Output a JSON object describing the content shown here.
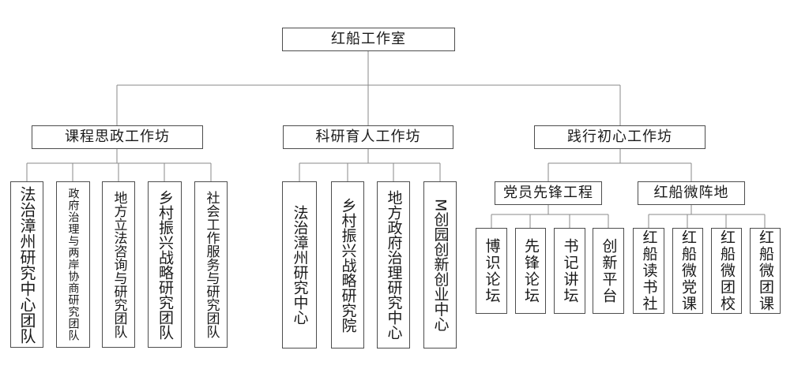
{
  "root": {
    "label": "红船工作室"
  },
  "branches": [
    {
      "label": "课程思政工作坊",
      "children": [
        {
          "label": "法治漳州研究中心团队"
        },
        {
          "label": "政府治理与两岸协商研究团队"
        },
        {
          "label": "地方立法咨询与研究团队"
        },
        {
          "label": "乡村振兴战略研究团队"
        },
        {
          "label": "社会工作服务与研究团队"
        }
      ]
    },
    {
      "label": "科研育人工作坊",
      "children": [
        {
          "label": "法治漳州研究中心"
        },
        {
          "label": "乡村振兴战略研究院"
        },
        {
          "label": "地方政府治理研究中心"
        },
        {
          "label": "M创园创新创业中心"
        }
      ]
    },
    {
      "label": "践行初心工作坊",
      "children": [
        {
          "label": "党员先锋工程",
          "children": [
            {
              "label": "博识论坛"
            },
            {
              "label": "先锋论坛"
            },
            {
              "label": "书记讲坛"
            },
            {
              "label": "创新平台"
            }
          ]
        },
        {
          "label": "红船微阵地",
          "children": [
            {
              "label": "红船读书社"
            },
            {
              "label": "红船微党课"
            },
            {
              "label": "红船微团校"
            },
            {
              "label": "红船微团课"
            }
          ]
        }
      ]
    }
  ]
}
